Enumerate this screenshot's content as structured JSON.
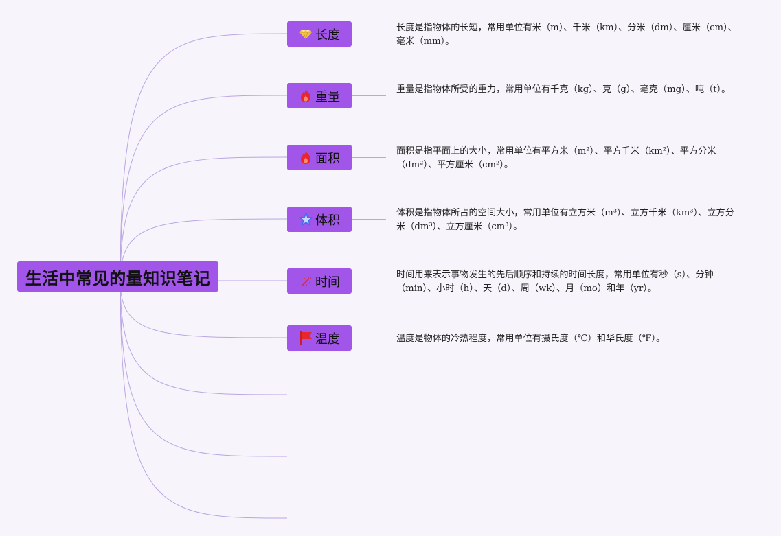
{
  "root": {
    "label": "生活中常见的量知识笔记"
  },
  "topics": [
    {
      "label": "长度",
      "icon": "diamond-icon",
      "color": "#f5c542",
      "note": "长度是指物体的长短，常用单位有米（m）、千米（km）、分米（dm）、厘米（cm）、毫米（mm）。"
    },
    {
      "label": "重量",
      "icon": "fire-icon",
      "color": "#e8262d",
      "note": "重量是指物体所受的重力，常用单位有千克（kg）、克（g）、毫克（mg）、吨（t）。"
    },
    {
      "label": "面积",
      "icon": "fire-icon",
      "color": "#e8262d",
      "note": "面积是指平面上的大小，常用单位有平方米（m²）、平方千米（km²）、平方分米（dm²）、平方厘米（cm²）。"
    },
    {
      "label": "体积",
      "icon": "star-icon",
      "color": "#3a6df0",
      "note": "体积是指物体所占的空间大小，常用单位有立方米（m³）、立方千米（km³）、立方分米（dm³）、立方厘米（cm³）。"
    },
    {
      "label": "时间",
      "icon": "sparkle-icon",
      "color": "#e8262d",
      "note": "时间用来表示事物发生的先后顺序和持续的时间长度，常用单位有秒（s）、分钟（min）、小时（h）、天（d）、周（wk）、月（mo）和年（yr）。"
    },
    {
      "label": "温度",
      "icon": "flag-icon",
      "color": "#e8262d",
      "note": "温度是物体的冷热程度，常用单位有摄氏度（℃）和华氏度（℉）。"
    }
  ],
  "style": {
    "connector_color": "#b9a6e3",
    "topic_fill": "#a155e9"
  }
}
